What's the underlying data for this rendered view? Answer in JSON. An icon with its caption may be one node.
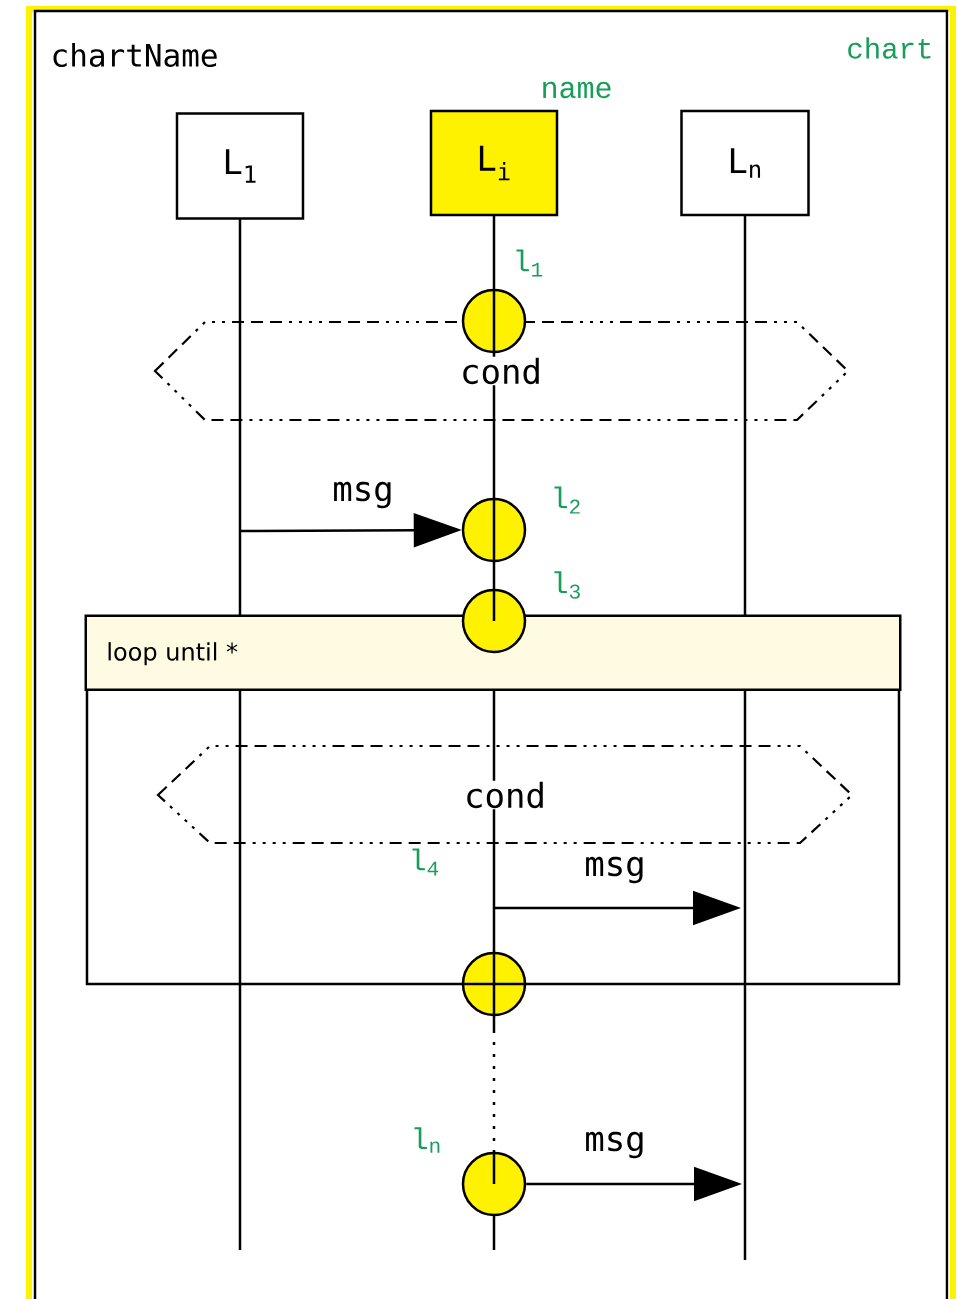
{
  "diagram": {
    "nodes": [
      {
        "text": [
          "chartName",
          "chart"
        ]
      },
      {
        "text": [
          "L$_{1}$"
        ],
        "in": 0
      },
      {
        "text": [
          "L$_{i}$"
        ],
        "in": 0,
        "beside": [
          "name"
        ]
      },
      {
        "text": [
          "L$_{n}$"
        ],
        "in": 0
      },
      {
        "text": [
          "cond"
        ],
        "in": 0
      },
      {
        "text": [
          "loop until *"
        ],
        "in": 0
      },
      {
        "text": [
          "cond"
        ],
        "in": 5
      },
      {
        "text": [],
        "shape": "circle",
        "in": 2
      },
      {
        "text": [],
        "shape": "circle",
        "in": 2
      },
      {
        "text": [],
        "shape": "circle",
        "in": 2
      },
      {
        "text": [],
        "shape": "circle",
        "in": 2
      },
      {
        "text": [],
        "shape": "circle",
        "in": 2
      }
    ],
    "edges": [
      {
        "from": 1,
        "to": 8,
        "arrow": "to",
        "label": "msg"
      },
      {
        "from": null,
        "to": 3,
        "arrow": "to",
        "label": "msg"
      },
      {
        "from": 11,
        "to": 3,
        "arrow": "to",
        "label": "msg"
      }
    ],
    "labels": [
      "l$_{1}$",
      "l$_{2}$",
      "l$_{3}$",
      "l$_{4}$",
      "l$_{n}$"
    ]
  }
}
